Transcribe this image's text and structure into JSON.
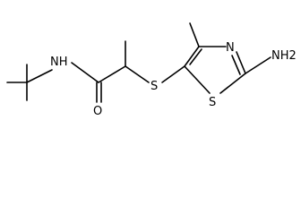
{
  "molecule": {
    "atom_labels": {
      "nh": "NH",
      "o": "O",
      "s_thioether": "S",
      "s_ring": "S",
      "n_ring": "N",
      "nh2": "NH2"
    }
  },
  "colors": {
    "bond": "#000000",
    "background": "#ffffff"
  }
}
